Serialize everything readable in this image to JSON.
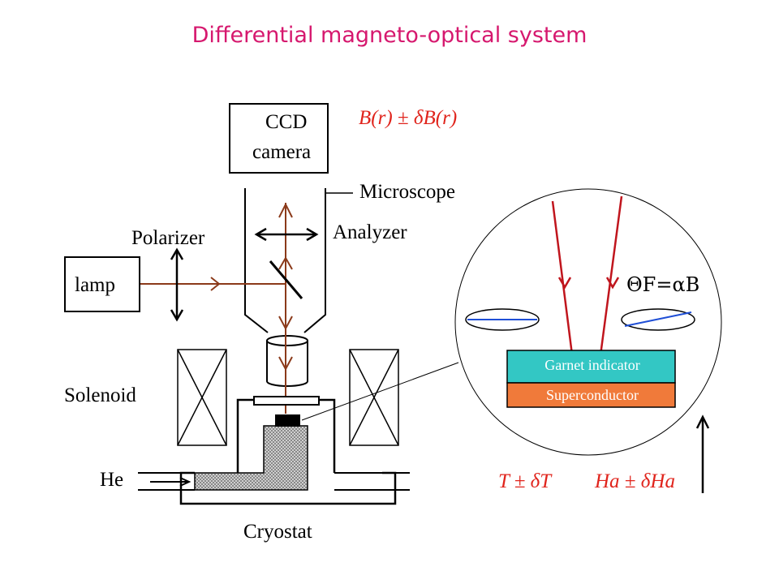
{
  "title": "Differential magneto-optical system",
  "labels": {
    "ccd_line1": "CCD",
    "ccd_line2": "camera",
    "field": "B(r) ± δB(r)",
    "microscope": "Microscope",
    "analyzer": "Analyzer",
    "polarizer": "Polarizer",
    "lamp": "lamp",
    "solenoid": "Solenoid",
    "he": "He",
    "cryostat": "Cryostat",
    "faraday": "ΘF=αB",
    "garnet": "Garnet indicator",
    "superconductor": "Superconductor",
    "temperature": "T ± δT",
    "applied_field": "Ha ± δHa"
  },
  "colors": {
    "title": "#d6186e",
    "light_path": "#8b3a1a",
    "inset_ray": "#c0151d",
    "annotation_red": "#e0241c",
    "garnet_fill": "#33c7c4",
    "superconductor_fill": "#f07a3a",
    "polarizer_blue": "#1f4fd6"
  }
}
